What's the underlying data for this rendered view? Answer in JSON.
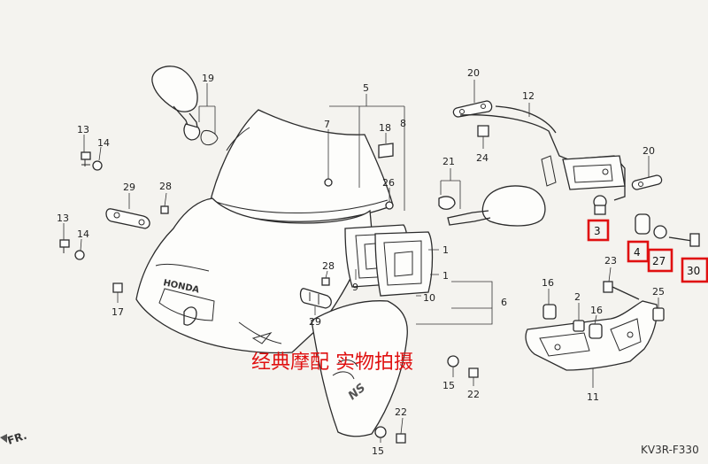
{
  "diagram": {
    "code": "KV3R-F330",
    "direction_mark": "FR.",
    "brand_text": "HONDA",
    "model_text": "NS",
    "watermark": "经典摩配 实物拍摄",
    "highlight_color": "#e01010",
    "watermark_color": "#e01010"
  },
  "labels": {
    "p1a": "1",
    "p1b": "1",
    "p2": "2",
    "p3": "3",
    "p4": "4",
    "p5": "5",
    "p6": "6",
    "p7": "7",
    "p8": "8",
    "p9": "9",
    "p10": "10",
    "p11": "11",
    "p12": "12",
    "p13a": "13",
    "p13b": "13",
    "p14a": "14",
    "p14b": "14",
    "p15a": "15",
    "p15b": "15",
    "p16a": "16",
    "p16b": "16",
    "p17": "17",
    "p18": "18",
    "p19": "19",
    "p20a": "20",
    "p20b": "20",
    "p21": "21",
    "p22a": "22",
    "p22b": "22",
    "p23": "23",
    "p24": "24",
    "p25": "25",
    "p26": "26",
    "p27": "27",
    "p28a": "28",
    "p28b": "28",
    "p29a": "29",
    "p29b": "29",
    "p30": "30"
  }
}
